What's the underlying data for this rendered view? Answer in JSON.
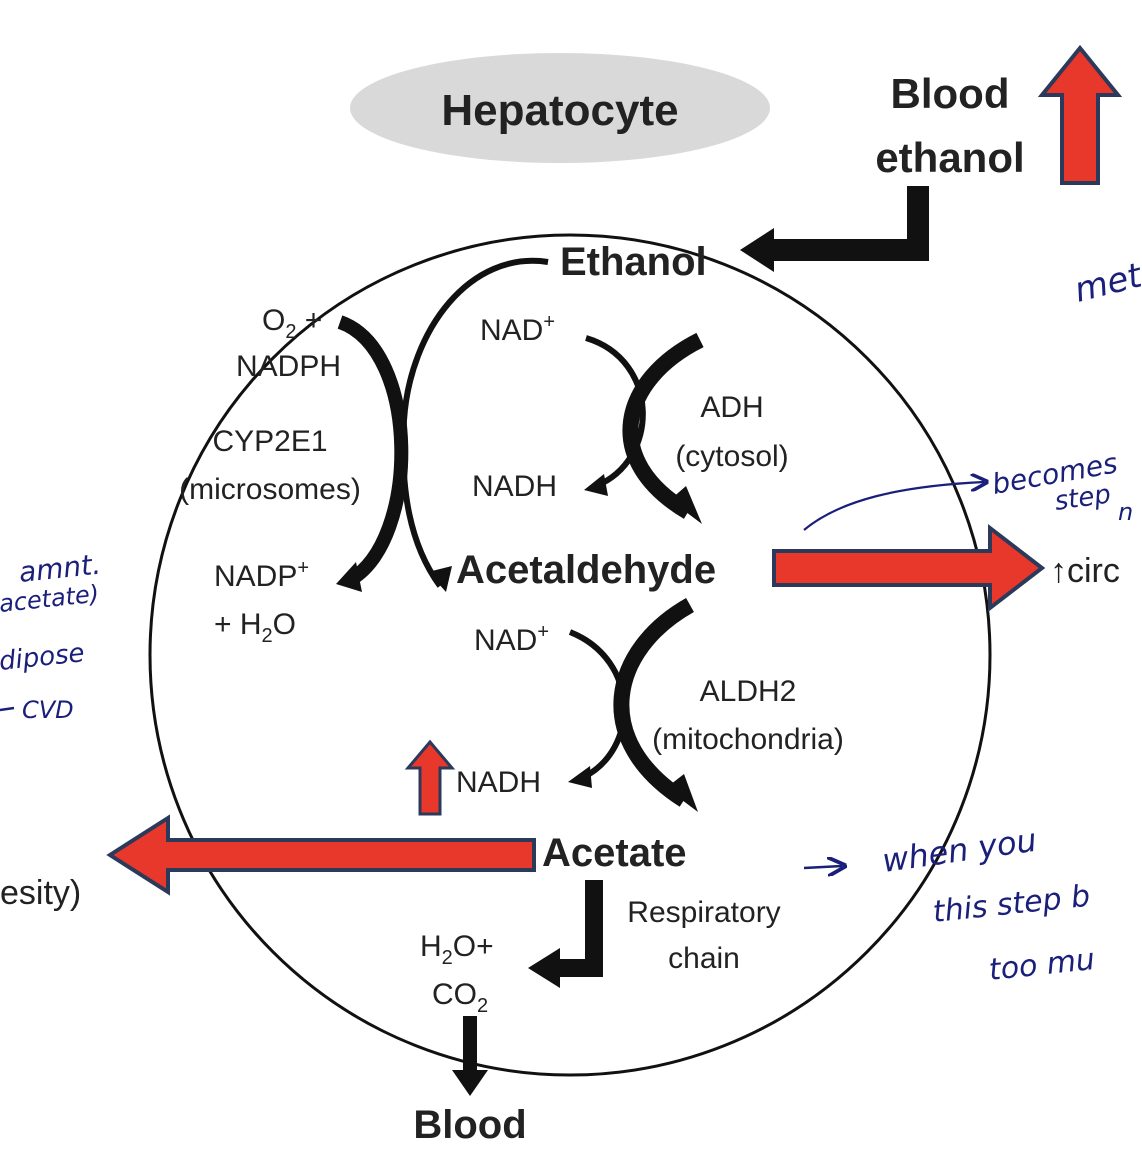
{
  "title": "Hepatocyte",
  "blood_ethanol": {
    "line1": "Blood",
    "line2": "ethanol"
  },
  "metabolites": {
    "ethanol": "Ethanol",
    "acetaldehyde": "Acetaldehyde",
    "acetate": "Acetate",
    "blood": "Blood"
  },
  "adh_pathway": {
    "cofactor_in": "NAD",
    "cofactor_in_sup": "+",
    "cofactor_out": "NADH",
    "enzyme": "ADH",
    "location": "(cytosol)"
  },
  "cyp_pathway": {
    "in_line1_a": "O",
    "in_line1_sub": "2",
    "in_line1_b": " +",
    "in_line2": "NADPH",
    "enzyme": "CYP2E1",
    "location": "(microsomes)",
    "out_line1": "NADP",
    "out_line1_sup": "+",
    "out_line2_a": "+ H",
    "out_line2_sub": "2",
    "out_line2_b": "O"
  },
  "aldh_pathway": {
    "cofactor_in": "NAD",
    "cofactor_in_sup": "+",
    "cofactor_out": "NADH",
    "enzyme": "ALDH2",
    "location": "(mitochondria)"
  },
  "respiratory": {
    "line1": "Respiratory",
    "line2": "chain",
    "product_line1_a": "H",
    "product_line1_sub": "2",
    "product_line1_b": "O+",
    "product_line2_a": "CO",
    "product_line2_sub": "2"
  },
  "right_label": "↑circ",
  "left_label": "esity)",
  "handwritten": {
    "top_right": "met",
    "acetaldehyde_note_line1": "becomes",
    "acetaldehyde_note_line2": "step",
    "acetaldehyde_note_line3": "n",
    "left_note_line1": "amnt.",
    "left_note_line2": "acetate)",
    "left_note_line3": "dipose",
    "left_note_line4": "CVD",
    "bottom_note_line1": "when you",
    "bottom_note_line2": "this step b",
    "bottom_note_line3": "too mu"
  },
  "colors": {
    "red_arrow": "#e8372b",
    "arrow_outline": "#2b3a5a",
    "ink_blue": "#1a1f7a",
    "oval": "#d9d9d9"
  }
}
